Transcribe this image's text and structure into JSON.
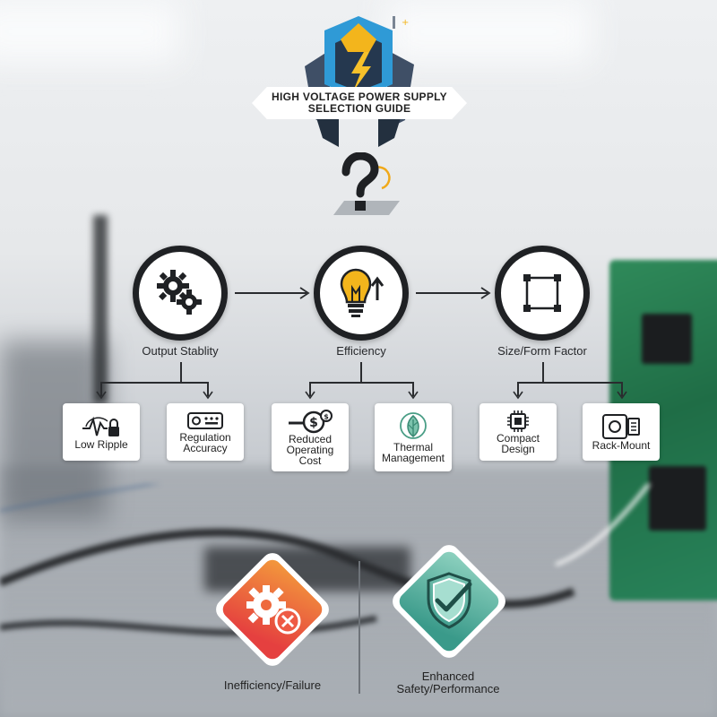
{
  "header": {
    "title_line1": "HIGH VOLTAGE POWER SUPPLY",
    "title_line2": "SELECTION GUIDE",
    "logo_icon": "lightning-bolt-icon",
    "question_icon": "question-mark-icon"
  },
  "categories": [
    {
      "label": "Output Stablity",
      "icon": "gears-icon",
      "subs": [
        {
          "label_lines": [
            "Low Ripple"
          ],
          "icon": "waveform-lock-icon"
        },
        {
          "label_lines": [
            "Regulation",
            "Accuracy"
          ],
          "icon": "instrument-panel-icon"
        }
      ]
    },
    {
      "label": "Efficiency",
      "icon": "lightbulb-arrow-icon",
      "subs": [
        {
          "label_lines": [
            "Reduced",
            "Operating",
            "Cost"
          ],
          "icon": "dollar-coins-icon"
        },
        {
          "label_lines": [
            "Thermal",
            "Management"
          ],
          "icon": "leaf-icon"
        }
      ]
    },
    {
      "label": "Size/Form Factor",
      "icon": "frame-corners-icon",
      "subs": [
        {
          "label_lines": [
            "Compact",
            "Design"
          ],
          "icon": "chip-icon"
        },
        {
          "label_lines": [
            "Rack-Mount"
          ],
          "icon": "rack-unit-icon"
        }
      ]
    }
  ],
  "outcomes": [
    {
      "label_lines": [
        "Inefficiency/Failure"
      ],
      "icon": "gear-x-icon",
      "color_top": "#f39a3c",
      "color_bottom": "#e5403f"
    },
    {
      "label_lines": [
        "Enhanced",
        "Safety/Performance"
      ],
      "icon": "shield-check-icon",
      "color_top": "#8fd2c0",
      "color_bottom": "#3a9a8a"
    }
  ]
}
